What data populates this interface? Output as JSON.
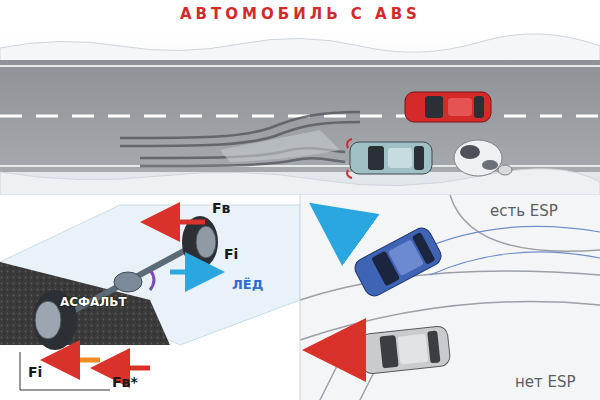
{
  "diagram": {
    "title": "АВТОМОБИЛЬ С ABS",
    "labels": [
      "Fв",
      "Fi",
      "ЛЁД",
      "АСФАЛЬТ",
      "Fi",
      "Fв*",
      "есть ESP",
      "нет ESP"
    ]
  }
}
